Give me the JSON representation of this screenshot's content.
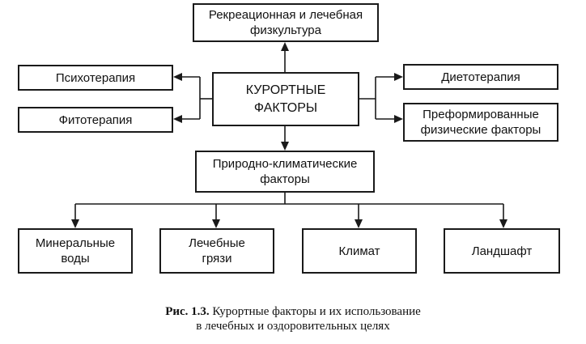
{
  "diagram": {
    "center": "КУРОРТНЫЕ\nФАКТОРЫ",
    "top": "Рекреационная и лечебная\nфизкультура",
    "left_1": "Психотерапия",
    "left_2": "Фитотерапия",
    "right_1": "Диетотерапия",
    "right_2": "Преформированные\nфизические факторы",
    "natural": "Природно-климатические\nфакторы",
    "bottom": [
      "Минеральные\nводы",
      "Лечебные\nгрязи",
      "Климат",
      "Ландшафт"
    ]
  },
  "caption": {
    "label": "Рис. 1.3.",
    "line1_text": "Курортные факторы и их использование",
    "line2": "в лечебных и оздоровительных целях"
  }
}
